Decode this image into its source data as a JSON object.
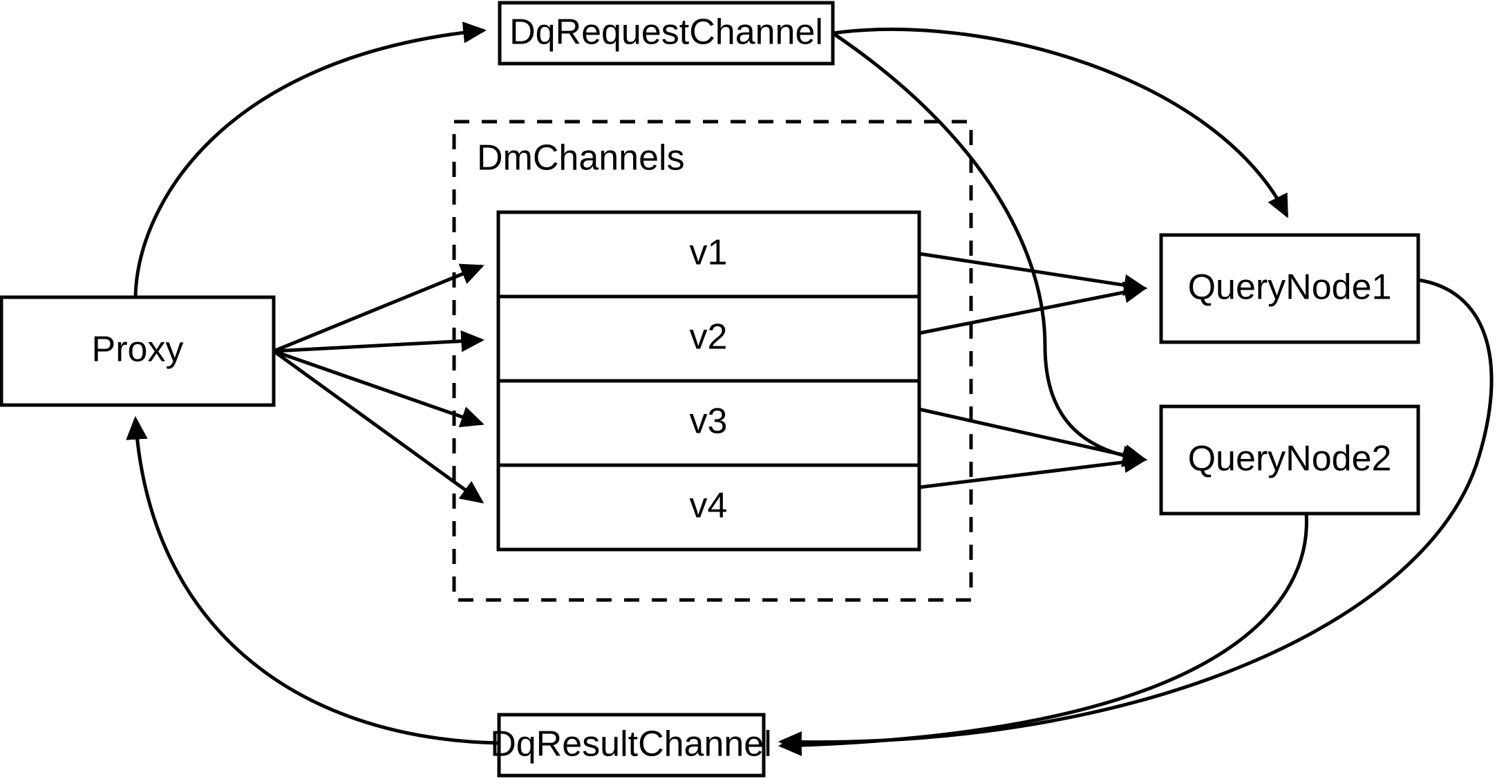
{
  "diagram": {
    "title": "Milvus query channel data flow",
    "background_color": "#ffffff",
    "stroke_color": "#000000",
    "nodes": {
      "proxy": {
        "label": "Proxy"
      },
      "dq_request_channel": {
        "label": "DqRequestChannel"
      },
      "dq_result_channel": {
        "label": "DqResultChannel"
      },
      "query_node_1": {
        "label": "QueryNode1"
      },
      "query_node_2": {
        "label": "QueryNode2"
      }
    },
    "group": {
      "label": "DmChannels",
      "style": "dashed",
      "channels": [
        {
          "label": "v1"
        },
        {
          "label": "v2"
        },
        {
          "label": "v3"
        },
        {
          "label": "v4"
        }
      ]
    },
    "edges": [
      {
        "from": "Proxy",
        "to": "DqRequestChannel",
        "style": "curved",
        "arrow": "to"
      },
      {
        "from": "Proxy",
        "to": "v1",
        "style": "straight",
        "arrow": "to"
      },
      {
        "from": "Proxy",
        "to": "v2",
        "style": "straight",
        "arrow": "to"
      },
      {
        "from": "Proxy",
        "to": "v3",
        "style": "straight",
        "arrow": "to"
      },
      {
        "from": "Proxy",
        "to": "v4",
        "style": "straight",
        "arrow": "to"
      },
      {
        "from": "v1",
        "to": "QueryNode1",
        "style": "straight",
        "arrow": "to"
      },
      {
        "from": "v2",
        "to": "QueryNode1",
        "style": "straight",
        "arrow": "to"
      },
      {
        "from": "v3",
        "to": "QueryNode2",
        "style": "straight",
        "arrow": "to"
      },
      {
        "from": "v4",
        "to": "QueryNode2",
        "style": "straight",
        "arrow": "to"
      },
      {
        "from": "DqRequestChannel",
        "to": "QueryNode1",
        "style": "curved",
        "arrow": "to"
      },
      {
        "from": "DqRequestChannel",
        "to": "QueryNode2",
        "style": "curved",
        "arrow": "to"
      },
      {
        "from": "QueryNode1",
        "to": "DqResultChannel",
        "style": "curved",
        "arrow": "to"
      },
      {
        "from": "QueryNode2",
        "to": "DqResultChannel",
        "style": "curved",
        "arrow": "to"
      },
      {
        "from": "DqResultChannel",
        "to": "Proxy",
        "style": "curved",
        "arrow": "to"
      }
    ]
  }
}
